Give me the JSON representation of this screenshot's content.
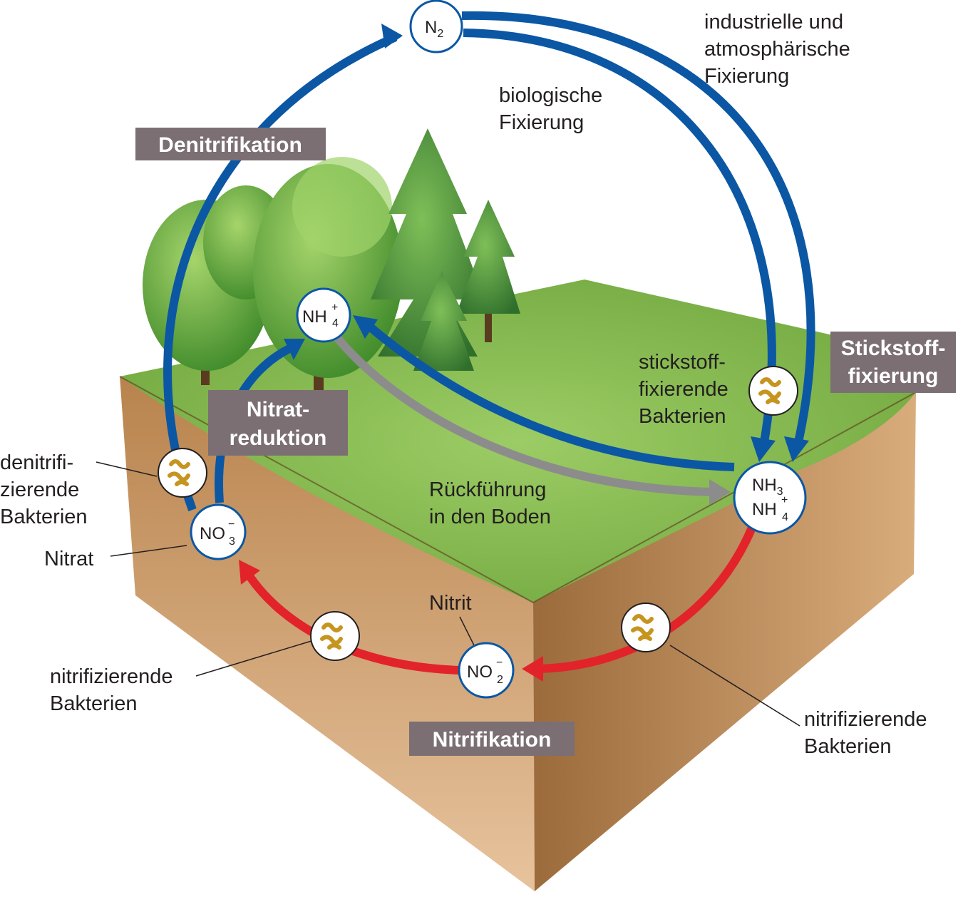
{
  "nodes": {
    "n2": {
      "main": "N",
      "sub": "2"
    },
    "nh4_top": {
      "main": "NH",
      "sup": "+",
      "sub": "4"
    },
    "nh3_nh4": {
      "line1_main": "NH",
      "line1_sub": "3",
      "line2_main": "NH",
      "line2_sup": "+",
      "line2_sub": "4"
    },
    "no3": {
      "main": "NO",
      "sup": "−",
      "sub": "3"
    },
    "no2": {
      "main": "NO",
      "sup": "−",
      "sub": "2"
    }
  },
  "process_labels": {
    "denitrifikation": "Denitrifikation",
    "nitratreduktion_1": "Nitrat-",
    "nitratreduktion_2": "reduktion",
    "stickstofffixierung_1": "Stickstoff-",
    "stickstofffixierung_2": "fixierung",
    "nitrifikation": "Nitrifikation"
  },
  "annotations": {
    "industrielle_1": "industrielle und",
    "industrielle_2": "atmosphärische",
    "industrielle_3": "Fixierung",
    "biologische_1": "biologische",
    "biologische_2": "Fixierung",
    "stickstofffix_bakt_1": "stickstoff-",
    "stickstofffix_bakt_2": "fixierende",
    "stickstofffix_bakt_3": "Bakterien",
    "rueckfuehrung_1": "Rückführung",
    "rueckfuehrung_2": "in den Boden",
    "denitrifi_1": "denitrifi-",
    "denitrifi_2": "zierende",
    "denitrifi_3": "Bakterien",
    "nitrat": "Nitrat",
    "nitrit": "Nitrit",
    "nitrifizierende_left_1": "nitrifizierende",
    "nitrifizierende_left_2": "Bakterien",
    "nitrifizierende_right_1": "nitrifizierende",
    "nitrifizierende_right_2": "Bakterien"
  },
  "colors": {
    "blue_arrow": "#0b57a4",
    "red_arrow": "#e2232a",
    "gray_arrow": "#8c8c8c",
    "label_box": "#7b6f73",
    "grass": "#7cb342",
    "soil_front": "#d9a877",
    "soil_side": "#b07f4f"
  }
}
